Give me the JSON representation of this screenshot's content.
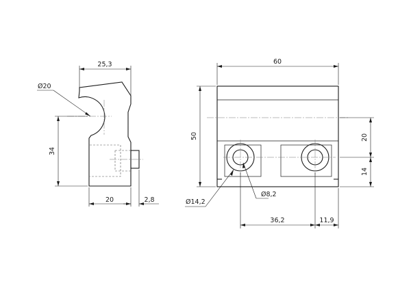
{
  "dimensions": {
    "side_width": "25,3",
    "bore_diameter": "Ø20",
    "side_height": "34",
    "side_base_width": "20",
    "side_pin_length": "2,8",
    "front_width": "60",
    "front_height": "50",
    "front_upper_offset": "20",
    "front_lower_offset": "14",
    "counterbore_diameter": "Ø14,2",
    "hole_diameter": "Ø8,2",
    "hole_spacing": "36,2",
    "hole_edge_offset": "11,9"
  }
}
